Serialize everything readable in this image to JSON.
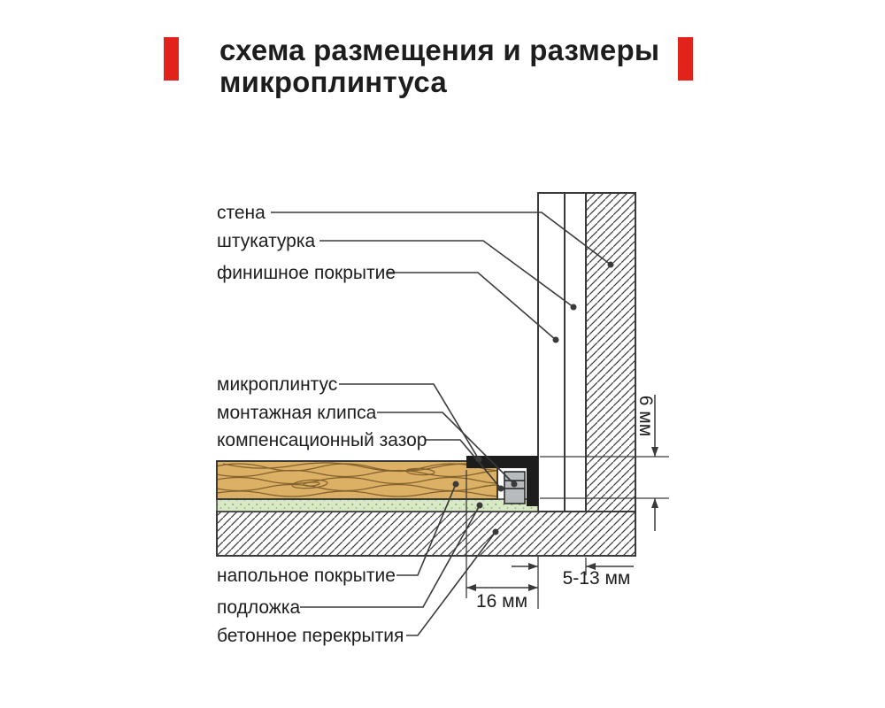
{
  "title": {
    "line1": "схема размещения и размеры",
    "line2": "микроплинтуса"
  },
  "colors": {
    "accent": "#e2231c",
    "text": "#1d1d1d",
    "line": "#3a3a3a",
    "wood": "#dcb166",
    "wood_grain": "#7a5a28",
    "underlay": "#d9e9c7",
    "underlay_dots": "#8abb6d",
    "clip": "#b7bbbe",
    "skirting": "#1d1d1d"
  },
  "diagram": {
    "labels": {
      "wall": "стена",
      "plaster": "штукатурка",
      "finish_coat": "финишное покрытие",
      "micro_skirting": "микроплинтус",
      "mounting_clip": "монтажная клипса",
      "expansion_gap": "компенсационный зазор",
      "floor_covering": "напольное покрытие",
      "underlay": "подложка",
      "concrete_slab": "бетонное перекрытия"
    },
    "dimensions": {
      "skirting_height": "6 мм",
      "wall_finish_thickness": "5-13 мм",
      "skirting_depth": "16 мм"
    }
  }
}
